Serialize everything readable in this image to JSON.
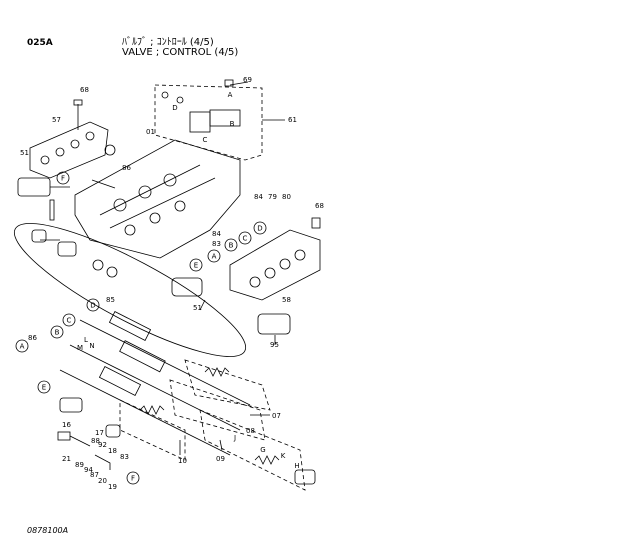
{
  "header": {
    "code": "025A",
    "title_jp": "ﾊﾞﾙﾌﾞ ; ｺﾝﾄﾛｰﾙ (4/5)",
    "title_en": "VALVE ; CONTROL (4/5)"
  },
  "footer": {
    "drawing_id": "0878100A"
  },
  "part_labels": [
    {
      "id": "68a",
      "text": "68"
    },
    {
      "id": "57",
      "text": "57"
    },
    {
      "id": "01",
      "text": "01"
    },
    {
      "id": "86a",
      "text": "86"
    },
    {
      "id": "51",
      "text": "51"
    },
    {
      "id": "69",
      "text": "69"
    },
    {
      "id": "61",
      "text": "61"
    },
    {
      "id": "84a",
      "text": "84"
    },
    {
      "id": "79",
      "text": "79"
    },
    {
      "id": "80",
      "text": "80"
    },
    {
      "id": "84b",
      "text": "84"
    },
    {
      "id": "83a",
      "text": "83"
    },
    {
      "id": "68b",
      "text": "68"
    },
    {
      "id": "58",
      "text": "58"
    },
    {
      "id": "51b",
      "text": "51"
    },
    {
      "id": "85",
      "text": "85"
    },
    {
      "id": "86b",
      "text": "86"
    },
    {
      "id": "95",
      "text": "95"
    },
    {
      "id": "07",
      "text": "07"
    },
    {
      "id": "08",
      "text": "08"
    },
    {
      "id": "09",
      "text": "09"
    },
    {
      "id": "10",
      "text": "10"
    },
    {
      "id": "16",
      "text": "16"
    },
    {
      "id": "17",
      "text": "17"
    },
    {
      "id": "88",
      "text": "88"
    },
    {
      "id": "92",
      "text": "92"
    },
    {
      "id": "18",
      "text": "18"
    },
    {
      "id": "83b",
      "text": "83"
    },
    {
      "id": "21",
      "text": "21"
    },
    {
      "id": "89",
      "text": "89"
    },
    {
      "id": "94",
      "text": "94"
    },
    {
      "id": "87",
      "text": "87"
    },
    {
      "id": "20",
      "text": "20"
    },
    {
      "id": "19",
      "text": "19"
    }
  ],
  "callout_letters": [
    {
      "id": "A1",
      "text": "A"
    },
    {
      "id": "B1",
      "text": "B"
    },
    {
      "id": "C1",
      "text": "C"
    },
    {
      "id": "D1",
      "text": "D"
    },
    {
      "id": "F1",
      "text": "F"
    },
    {
      "id": "A2",
      "text": "A"
    },
    {
      "id": "B2",
      "text": "B"
    },
    {
      "id": "C2",
      "text": "C"
    },
    {
      "id": "D2",
      "text": "D"
    },
    {
      "id": "E1",
      "text": "E"
    },
    {
      "id": "D3",
      "text": "D"
    },
    {
      "id": "C3",
      "text": "C"
    },
    {
      "id": "B3",
      "text": "B"
    },
    {
      "id": "A3",
      "text": "A"
    },
    {
      "id": "E2",
      "text": "E"
    },
    {
      "id": "F2",
      "text": "F"
    },
    {
      "id": "G",
      "text": "G"
    },
    {
      "id": "H",
      "text": "H"
    },
    {
      "id": "J",
      "text": "J"
    },
    {
      "id": "K",
      "text": "K"
    },
    {
      "id": "L",
      "text": "L"
    },
    {
      "id": "M",
      "text": "M"
    },
    {
      "id": "N",
      "text": "N"
    }
  ]
}
